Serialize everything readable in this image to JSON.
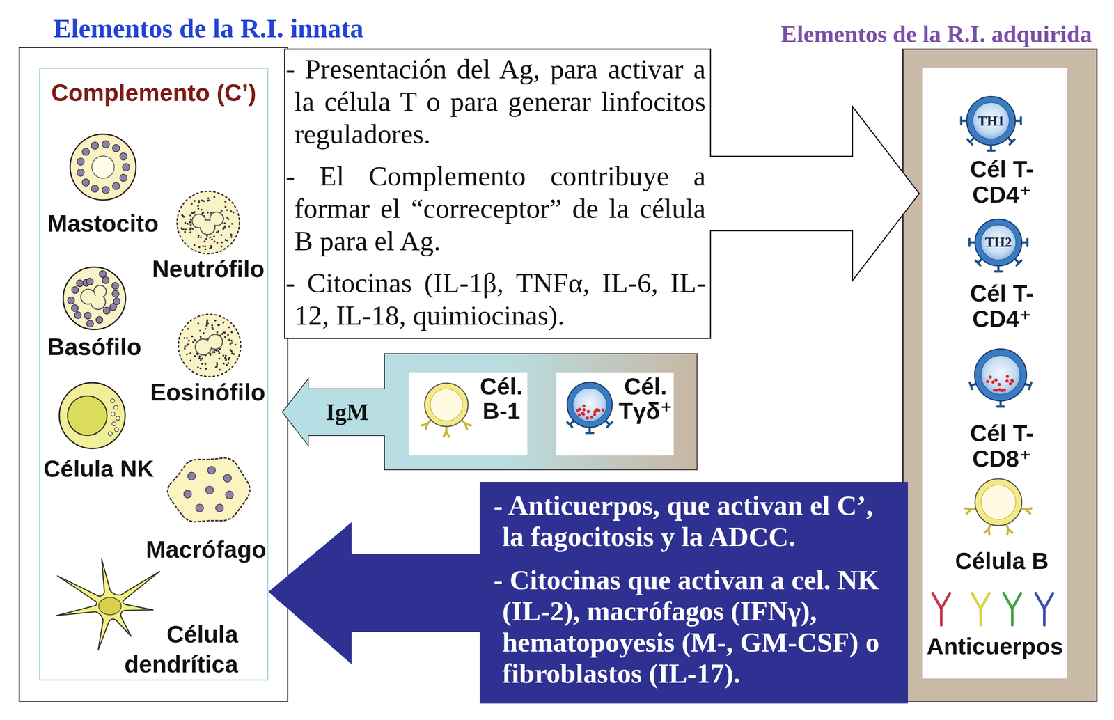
{
  "diagram": {
    "nodes": [
      {
        "text": [
          "Elementos de la R.I. innata"
        ]
      },
      {
        "text": [
          "Complemento (C’)"
        ],
        "in": 0
      },
      {
        "text": [
          "- Presentación del Ag, para activar a la célula T o para generar linfocitos reguladores.",
          "- El Complemento contribuye a formar el “correceptor” de la célula B para el Ag.",
          "- Citocinas (IL-1β, TNFα, IL-6, IL-12, IL-18, quimiocinas)."
        ]
      },
      {
        "text": [
          "Elementos de la R.I. adquirida"
        ]
      },
      {
        "text": [
          "IgM"
        ]
      },
      {
        "text": [
          "Cél. B-1"
        ],
        "in": 4
      },
      {
        "text": [
          "Cél. Tγδ⁺"
        ],
        "in": 4
      },
      {
        "text": [
          "- Anticuerpos, que activan el C’, la fagocitosis y la ADCC.",
          "- Citocinas que activan a cel. NK (IL-2), macrófagos (IFNγ), hematopoyesis (M-, GM-CSF) o fibroblastos (IL-17)."
        ]
      }
    ],
    "labels": [
      "Mastocito",
      "Neutrófilo",
      "Basófilo",
      "Eosinófilo",
      "Célula NK",
      "Macrófago",
      "Célula dendrítica",
      "TH1",
      "Cél T-CD4⁺",
      "TH2",
      "Cél T-CD4⁺",
      "Cél T-CD8⁺",
      "Célula B",
      "Anticuerpos"
    ]
  }
}
